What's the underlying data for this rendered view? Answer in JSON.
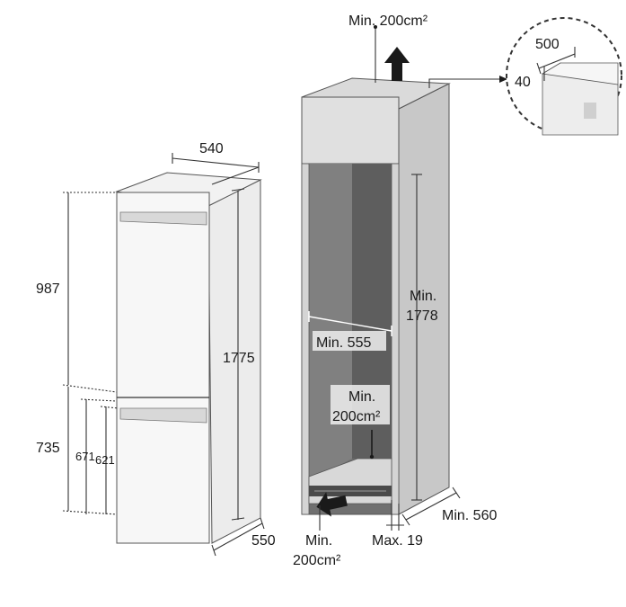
{
  "fridge": {
    "width_label": "540",
    "depth_label": "550",
    "total_height_label": "1775",
    "upper_height_label": "987",
    "lower_height_label": "735",
    "drawer_height_a_label": "671",
    "drawer_height_b_label": "621"
  },
  "cabinet": {
    "top_vent_label": "Min. 200cm²",
    "inner_height_label_1": "Min.",
    "inner_height_label_2": "1778",
    "inner_width_label": "Min. 555",
    "rear_vent_label_1": "Min.",
    "rear_vent_label_2": "200cm²",
    "depth_label": "Min. 560",
    "bottom_vent_label_1": "Min.",
    "bottom_vent_label_2": "200cm²",
    "plinth_gap_label": "Max. 19"
  },
  "detail": {
    "vent_width_label": "500",
    "vent_depth_label": "40"
  },
  "colors": {
    "cabinet_panel": "#e0e0e0",
    "cabinet_interior": "#707070",
    "cabinet_side": "#c8c8c8",
    "fridge_body": "#f7f7f7",
    "arrow": "#1a1a1a"
  }
}
